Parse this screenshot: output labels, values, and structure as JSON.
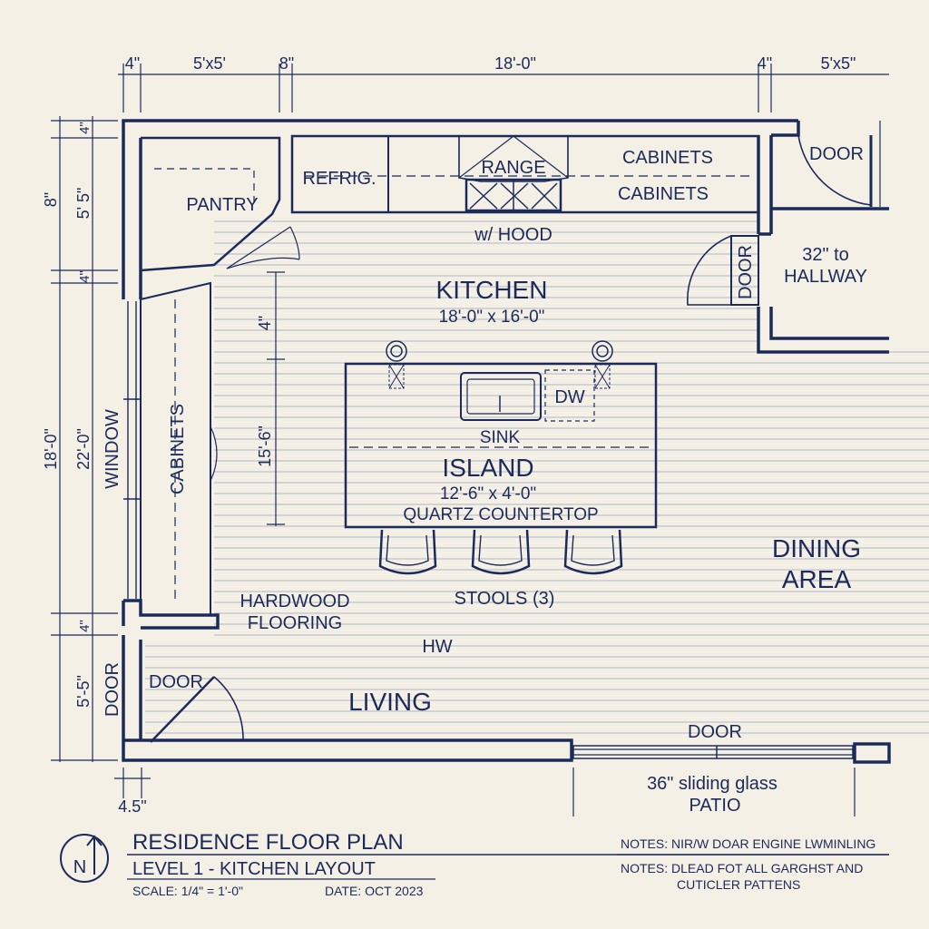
{
  "colors": {
    "ink": "#1c2a5a",
    "paper": "#f4f0e6"
  },
  "dimensions": {
    "top": [
      "4\"",
      "5'x5'",
      "8\"",
      "18'-0\"",
      "4\"",
      "5'x5\""
    ],
    "left_outer": [
      "8\"",
      "18'-0\""
    ],
    "left_inner": [
      "4\"",
      "5' 5\"",
      "4\"",
      "22'-0\"",
      "4\"",
      "5'-5\""
    ],
    "bottom": "4.5\"",
    "island_vertical": [
      "4\"",
      "15'-6\""
    ]
  },
  "rooms": {
    "pantry": "PANTRY",
    "refrigerator": "REFRIG.",
    "range": "RANGE",
    "cabinets_upper": "CABINETS",
    "cabinets_lower": "CABINETS",
    "hood": "w/ HOOD",
    "kitchen_name": "KITCHEN",
    "kitchen_size": "18'-0\" x 16'-0\"",
    "dishwasher": "DW",
    "sink": "SINK",
    "island_name": "ISLAND",
    "island_size": "12'-6\" x 4'-0\"",
    "island_material": "QUARTZ COUNTERTOP",
    "stools": "STOOLS (3)",
    "dining_line1": "DINING",
    "dining_line2": "AREA",
    "window": "WINDOW",
    "side_cabinets": "CABINETS",
    "flooring_line1": "HARDWOOD",
    "flooring_line2": "FLOORING",
    "hw": "HW",
    "living": "LIVING"
  },
  "doors": {
    "top_right": "DOOR",
    "hall_door": "DOOR",
    "hallway_line1": "32\" to",
    "hallway_line2": "HALLWAY",
    "left_door_vertical": "DOOR",
    "left_door": "DOOR",
    "patio_door": "DOOR",
    "patio_line1": "36\" sliding glass",
    "patio_line2": "PATIO"
  },
  "title_block": {
    "north": "N",
    "title": "RESIDENCE FLOOR PLAN",
    "subtitle": "LEVEL 1 - KITCHEN LAYOUT",
    "scale": "SCALE: 1/4\" = 1'-0\"",
    "date": "DATE: OCT 2023",
    "note1": "NOTES: NIR/W DOAR ENGINE LWMINLING",
    "note2": "NOTES: DLEAD FOT ALL GARGHST AND",
    "note3": "CUTICLER PATTENS"
  }
}
